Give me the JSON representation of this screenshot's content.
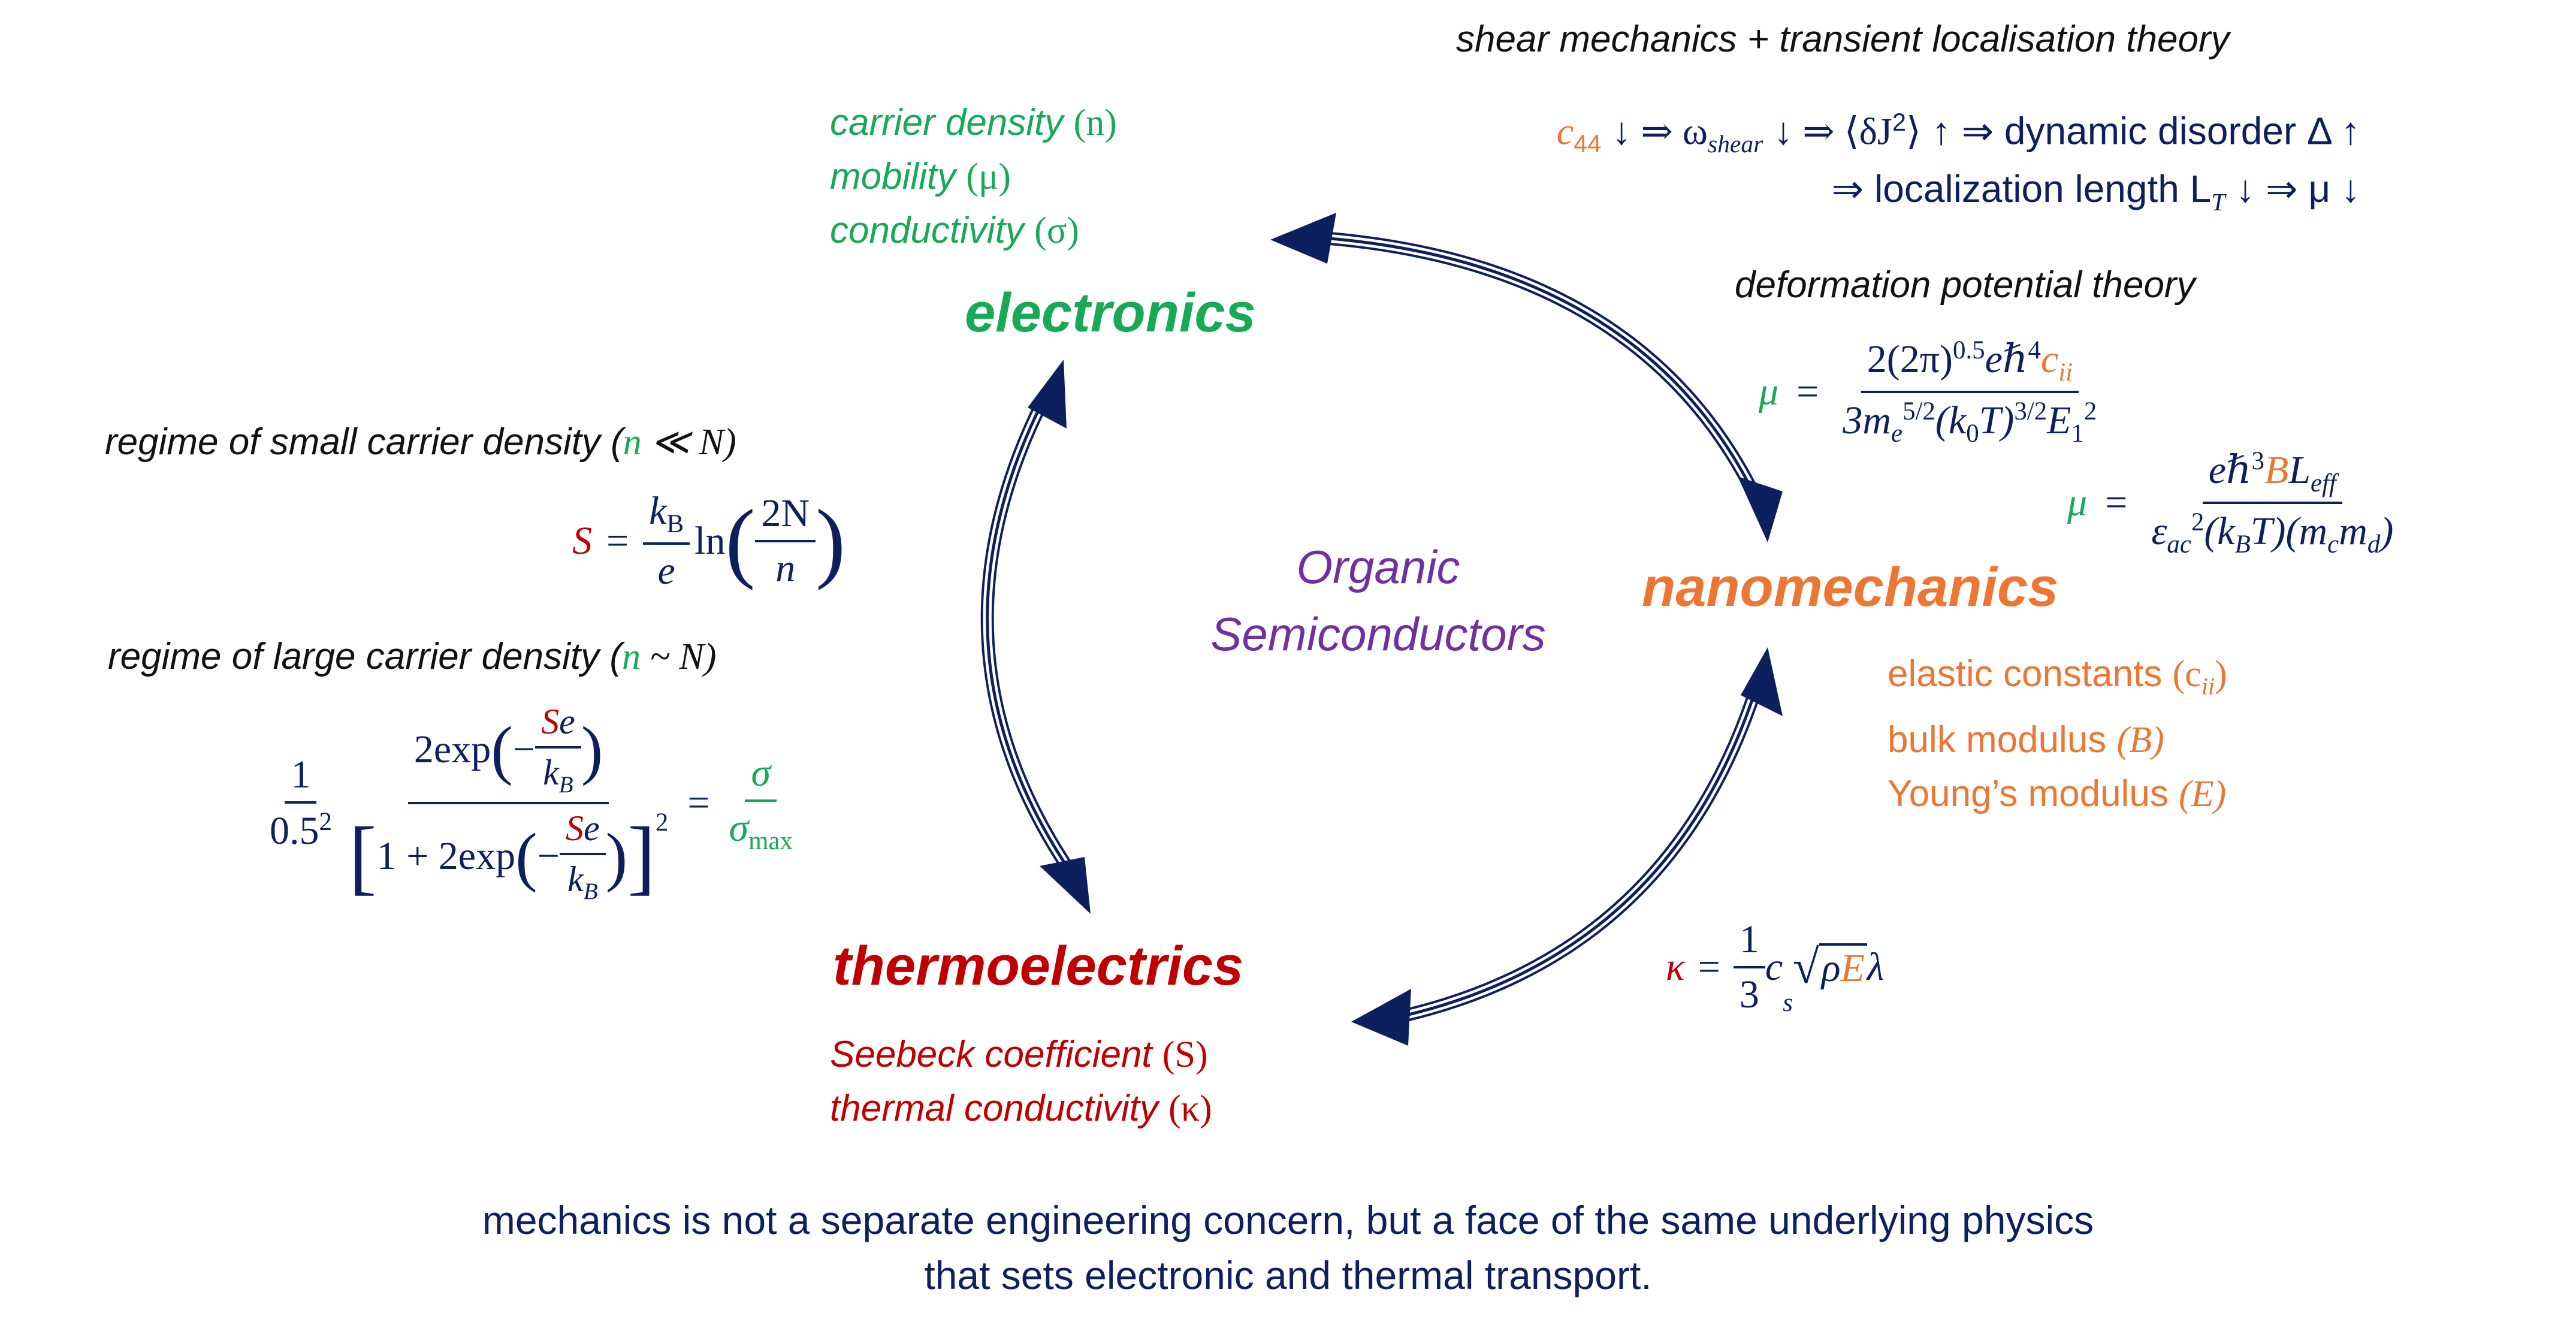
{
  "hubs": {
    "electronics": "electronics",
    "nanomechanics": "nanomechanics",
    "thermoelectrics": "thermoelectrics"
  },
  "center": {
    "line1": "Organic",
    "line2": "Semiconductors"
  },
  "electronics_props": [
    {
      "name": "carrier density",
      "sym": "(n)"
    },
    {
      "name": "mobility",
      "sym": "(μ)"
    },
    {
      "name": "conductivity",
      "sym": "(σ)"
    }
  ],
  "nanomechanics_props": [
    {
      "name": "elastic constants",
      "sym": "(c",
      "sub": "ii",
      "close": ")"
    },
    {
      "name": "bulk modulus",
      "sym": "(B)"
    },
    {
      "name": "Young’s modulus",
      "sym": "(E)"
    }
  ],
  "thermoelectrics_props": [
    {
      "name": "Seebeck coefficient",
      "sym": "(S)"
    },
    {
      "name": "thermal conductivity",
      "sym": "(κ)"
    }
  ],
  "shear": {
    "heading": "shear mechanics + transient localisation theory",
    "line1": {
      "c": "c",
      "c_sub": "44",
      "part1": "↓ ⇒ ω",
      "omega_sub": "shear",
      "part2": "↓ ⇒ ⟨δJ",
      "sq": "2",
      "part3": "⟩ ↑ ⇒ dynamic disorder Δ ↑"
    },
    "line2": {
      "part1": "⇒ localization length L",
      "L_sub": "T",
      "part2": "↓ ⇒ μ ↓"
    }
  },
  "deformation": {
    "heading": "deformation potential theory",
    "eq1": {
      "lhs": "μ",
      "eq": "=",
      "num_a": "2(2π)",
      "num_sup": "0.5",
      "num_b": "eℏ",
      "num_sup2": "4",
      "num_c": "c",
      "num_c_sub": "ii",
      "den_a": "3m",
      "den_sub": "e",
      "den_sup": "5/2",
      "den_b": "(k",
      "den_sub2": "0",
      "den_c": "T)",
      "den_sup2": "3/2",
      "den_d": "E",
      "den_sub3": "1",
      "den_sup3": "2"
    },
    "eq2": {
      "lhs": "μ",
      "eq": "=",
      "num_a": "eℏ",
      "num_sup": "3",
      "num_b": "B",
      "num_c": "L",
      "num_c_sub": "eff",
      "den_a": "ε",
      "den_sub": "ac",
      "den_sup": "2",
      "den_b": "(k",
      "den_sub2": "B",
      "den_c": "T)(m",
      "den_sub3": "c",
      "den_d": "m",
      "den_sub4": "d",
      "den_e": ")"
    }
  },
  "small_density": {
    "heading_a": "regime of small carrier density (",
    "n": "n",
    "heading_b": " ≪ N)",
    "eq": {
      "lhs": "S",
      "eq": "=",
      "k": "k",
      "k_sub": "B",
      "e": "e",
      "ln": "ln",
      "num": "2N",
      "den": "n"
    }
  },
  "large_density": {
    "heading_a": "regime of large carrier density (",
    "n": "n",
    "heading_b": " ~ N)",
    "eq": {
      "one": "1",
      "half": "0.5",
      "half_sup": "2",
      "two_exp": "2exp",
      "minus": "−",
      "S": "S",
      "e": "e",
      "k": "k",
      "k_sub": "B",
      "one_plus": "1 + 2exp",
      "sq": "2",
      "eq": "=",
      "sigma": "σ",
      "sigma_max": "σ",
      "sigma_max_sub": "max"
    }
  },
  "kappa": {
    "lhs": "κ",
    "eq": "=",
    "num": "1",
    "den": "3",
    "c": "c",
    "c_sub": "s",
    "rho": "ρ",
    "E": "E",
    "lambda": "λ"
  },
  "caption": {
    "line1": "mechanics is not a separate engineering concern, but a face of the same underlying physics",
    "line2": "that sets electronic and thermal transport."
  },
  "colors": {
    "navy": "#0d1f5c",
    "electronics": "#18a957",
    "nanomechanics": "#ec7734",
    "thermoelectrics": "#c00000",
    "center": "#7030a0"
  },
  "arrows": [
    {
      "from": "electronics",
      "to": "nanomechanics",
      "style": "double-headed triple-line"
    },
    {
      "from": "nanomechanics",
      "to": "thermoelectrics",
      "style": "double-headed triple-line"
    },
    {
      "from": "thermoelectrics",
      "to": "electronics",
      "style": "double-headed triple-line"
    }
  ]
}
